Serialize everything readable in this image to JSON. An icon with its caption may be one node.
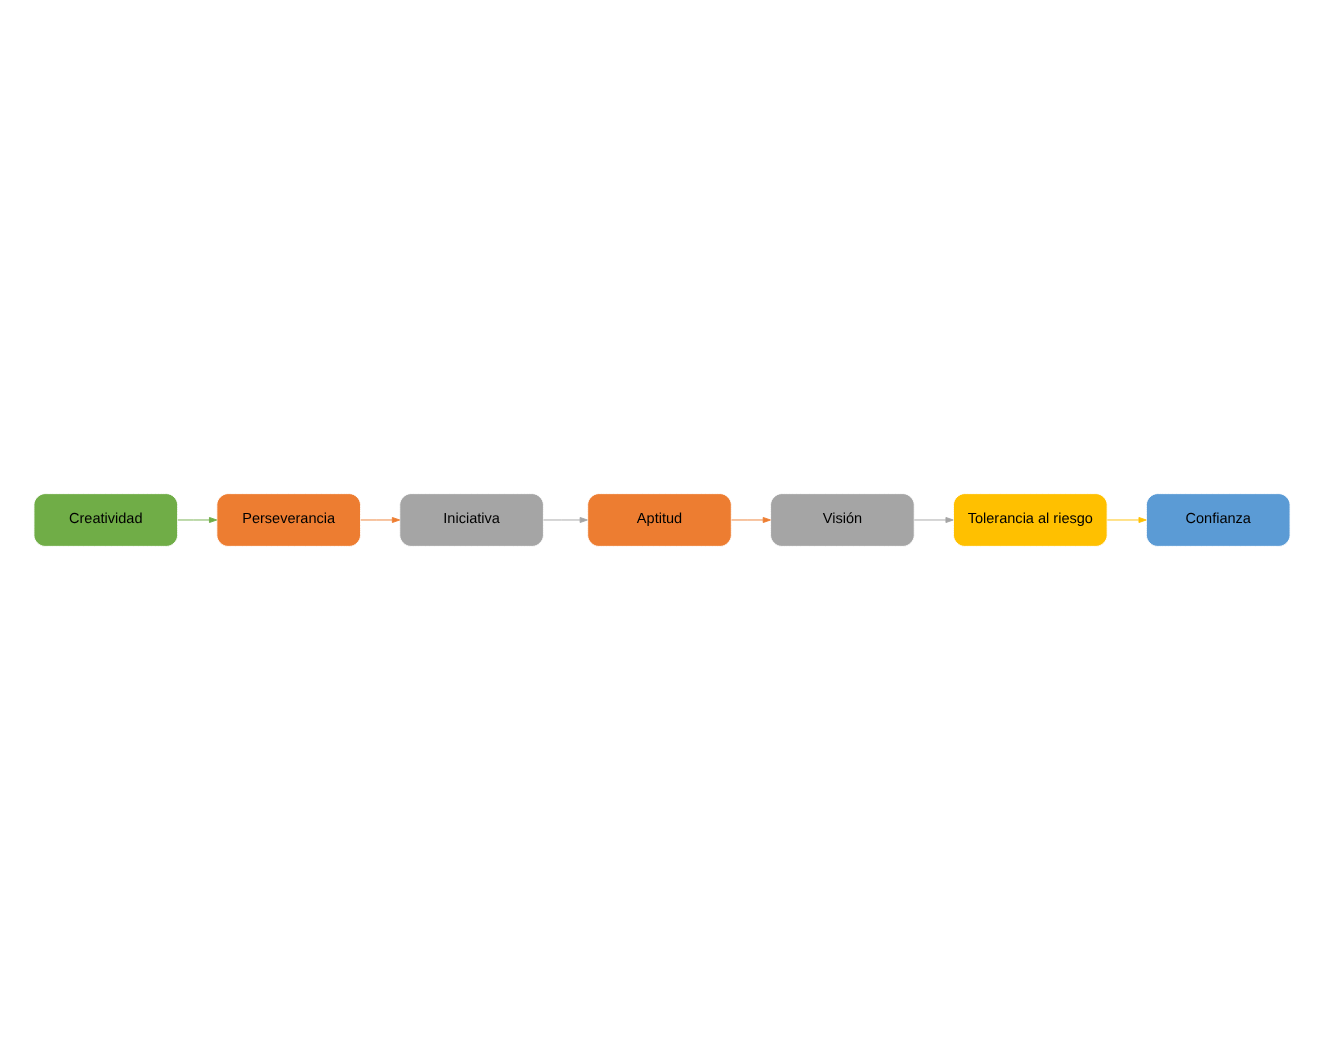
{
  "diagram": {
    "nodes": [
      {
        "text": [
          "Aptitud"
        ]
      },
      {
        "text": [
          "Visión"
        ]
      },
      {
        "text": [
          "Tolerancia al riesgo"
        ]
      },
      {
        "text": [
          "Confianza"
        ]
      },
      {
        "text": [
          "Creatividad"
        ]
      },
      {
        "text": [
          "Perseverancia"
        ]
      },
      {
        "text": [
          "Iniciativa"
        ]
      }
    ],
    "edges": [
      {
        "from": 0,
        "to": 1,
        "arrow": "to",
        "color": "#ed7d31"
      },
      {
        "from": 1,
        "to": 2,
        "arrow": "to",
        "color": "#a5a5a5"
      },
      {
        "from": 2,
        "to": 3,
        "arrow": "to",
        "color": "#ffc000"
      },
      {
        "from": 4,
        "to": 5,
        "arrow": "to",
        "color": "#70ad47"
      },
      {
        "from": 5,
        "to": 6,
        "arrow": "to",
        "color": "#ed7d31"
      },
      {
        "from": 6,
        "to": 0,
        "arrow": "to",
        "color": "#a5a5a5"
      }
    ]
  }
}
